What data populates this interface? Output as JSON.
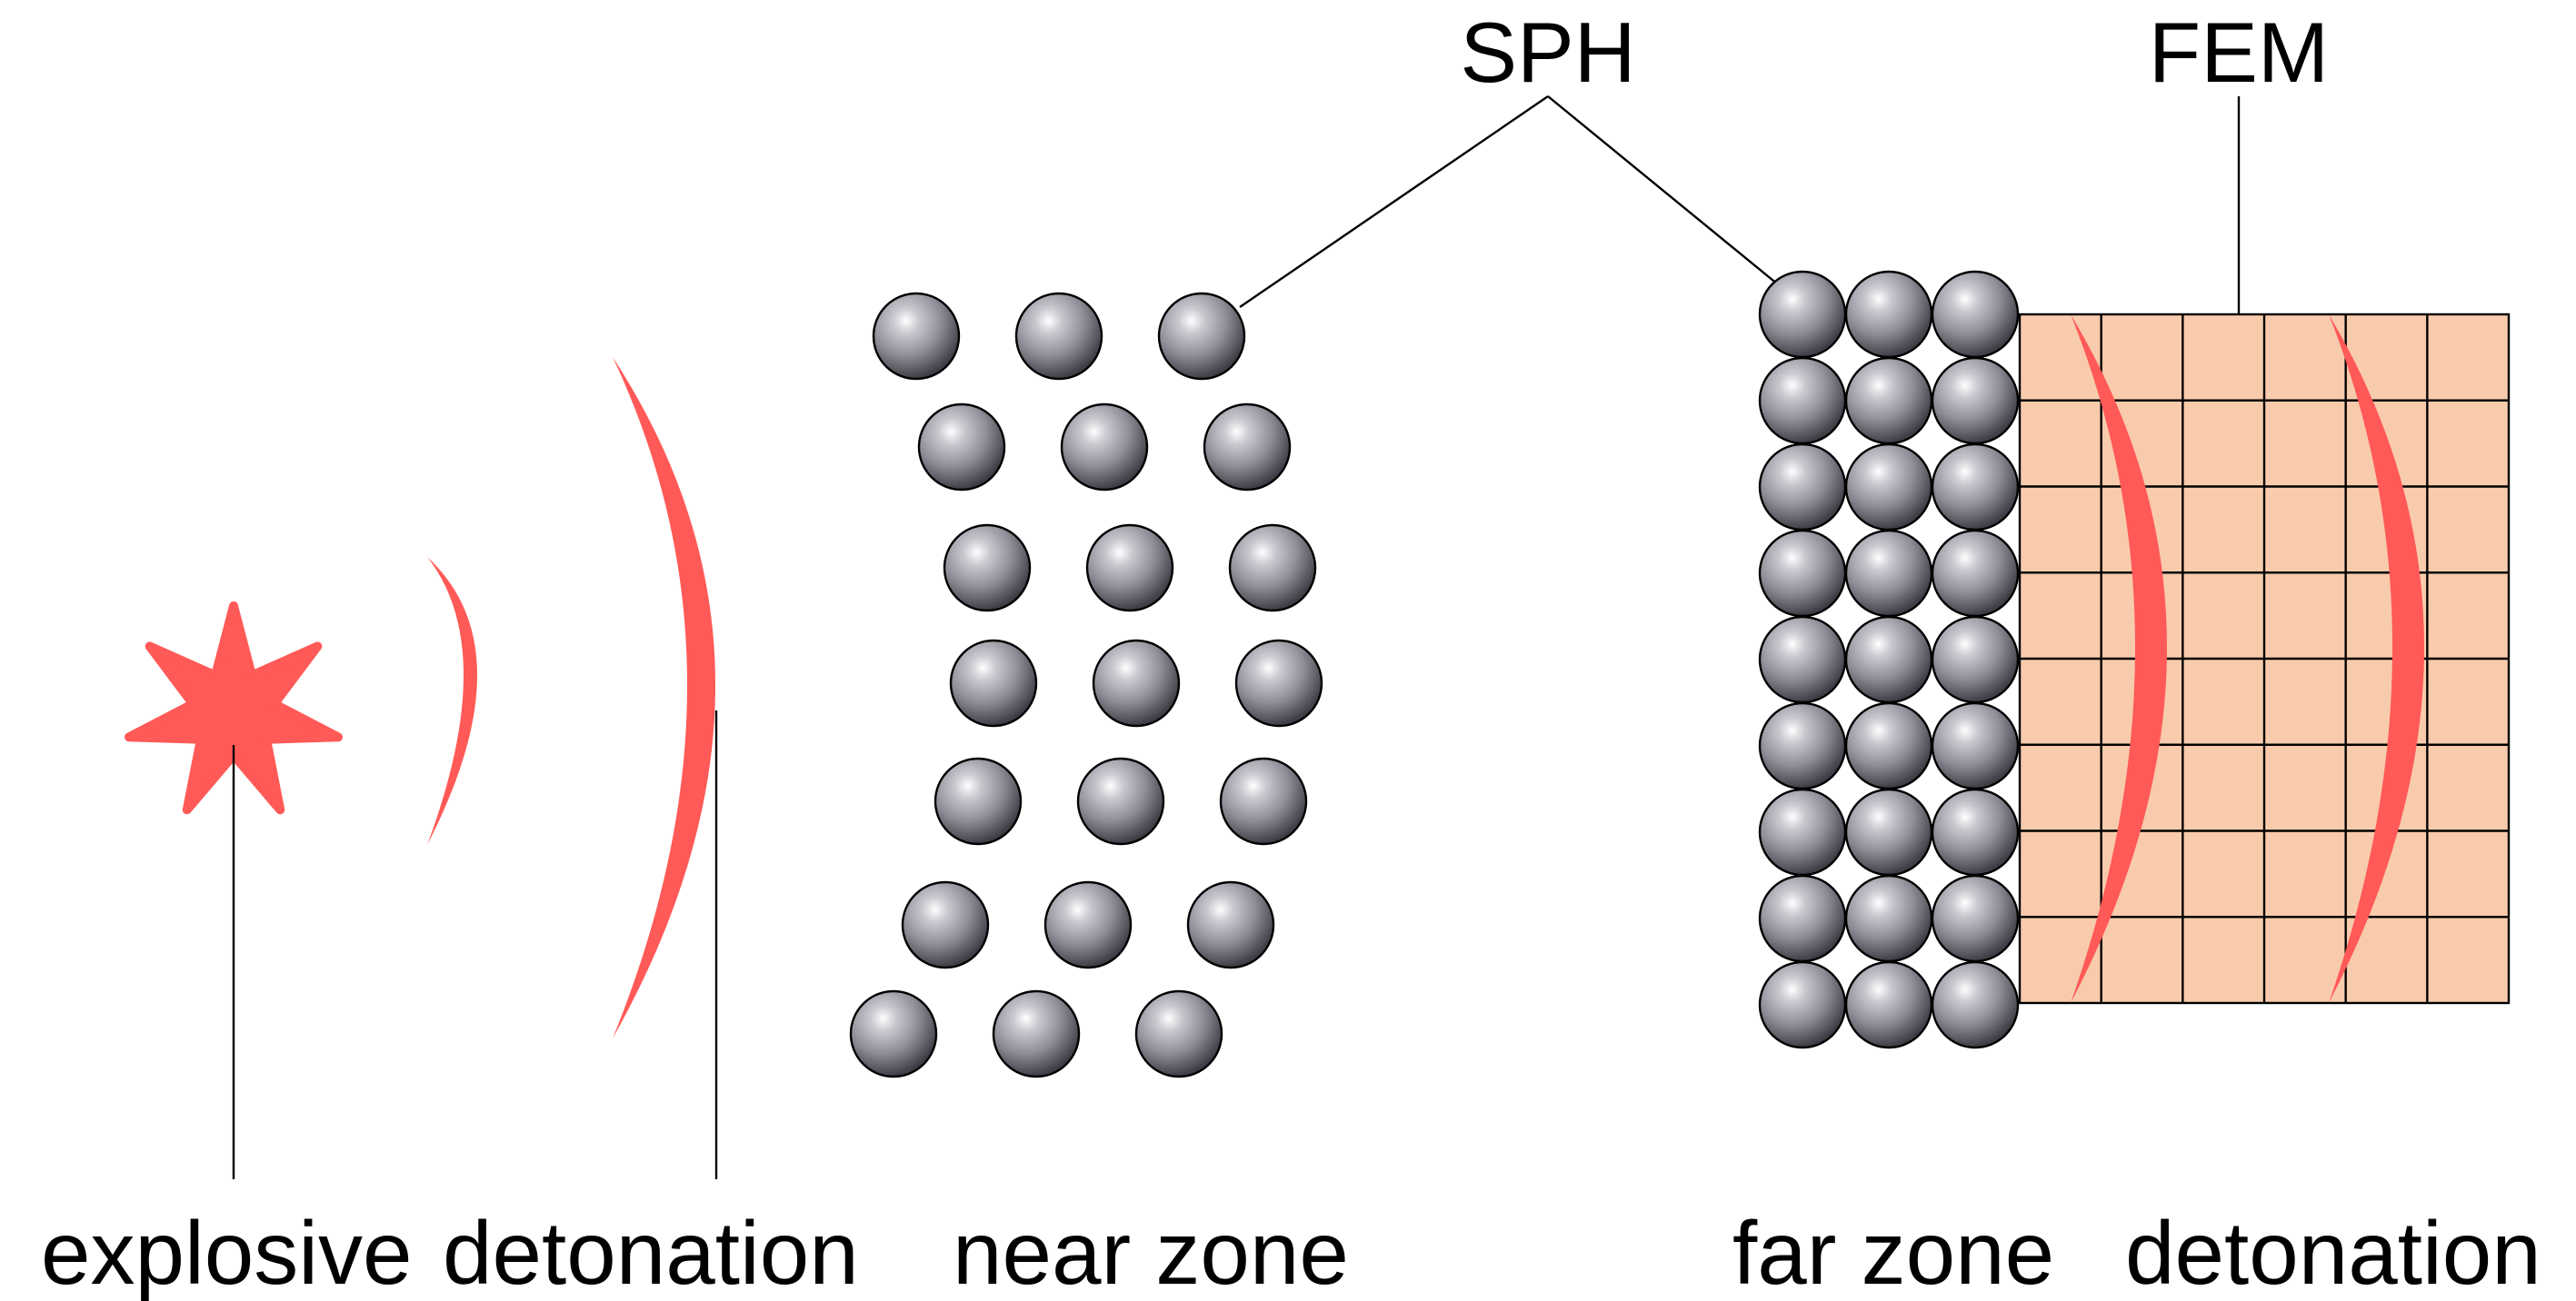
{
  "labels": {
    "sph": "SPH",
    "fem": "FEM",
    "explosive": "explosive",
    "detonation": "detonation",
    "near_zone": "near zone",
    "far_zone": "far zone",
    "far_detonation": "detonation"
  },
  "colors": {
    "wave": "#ff5a57",
    "mesh_fill": "#f8cbad",
    "sphere_light": "#ffffff",
    "sphere_mid": "#8e8e98",
    "sphere_dark": "#3e3e46",
    "line": "#000000"
  },
  "grid": {
    "columns": 6,
    "rows": 8
  }
}
